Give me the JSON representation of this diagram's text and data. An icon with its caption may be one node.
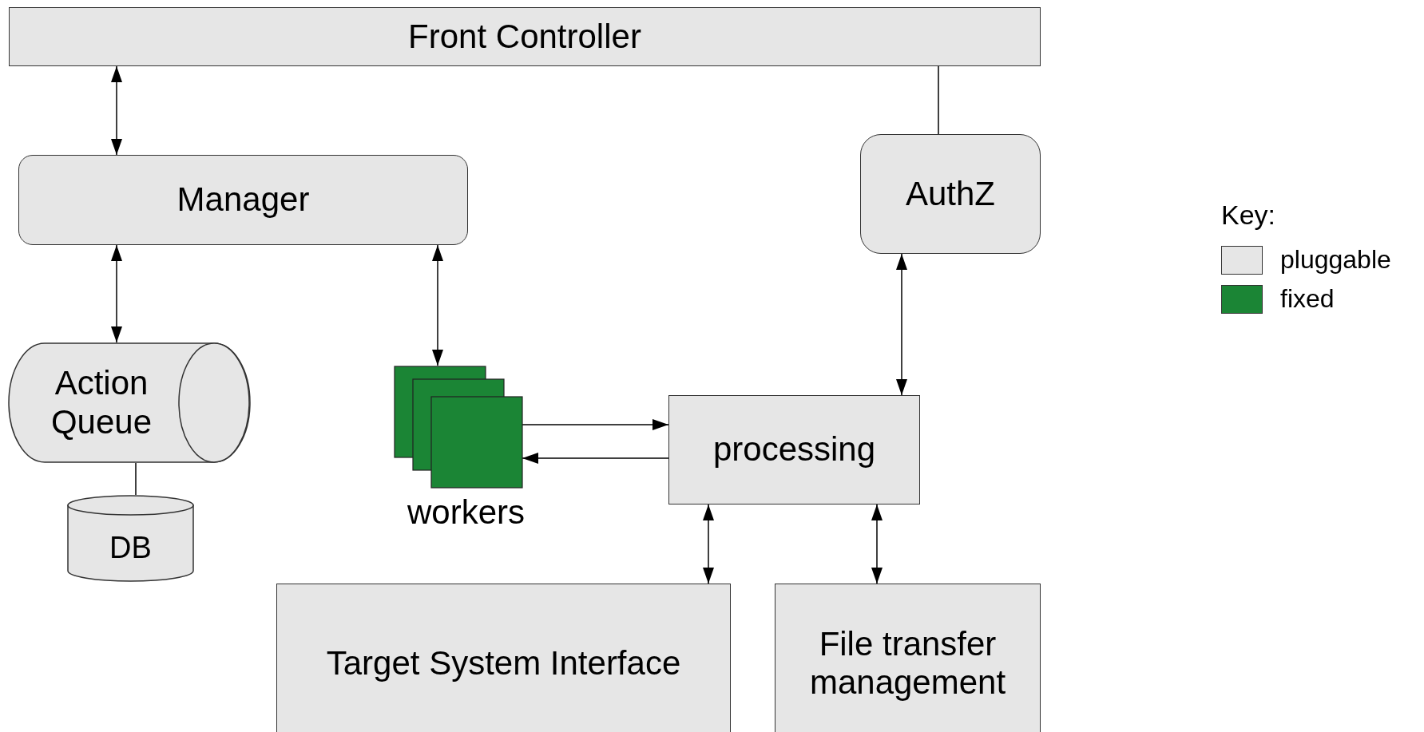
{
  "diagram": {
    "nodes": [
      {
        "text": [
          "Front Controller"
        ]
      },
      {
        "text": [
          "Manager"
        ]
      },
      {
        "text": [
          "AuthZ"
        ]
      },
      {
        "text": [
          "Action Queue"
        ]
      },
      {
        "text": [
          "DB"
        ]
      },
      {
        "text": [
          "workers"
        ]
      },
      {
        "text": [
          "processing"
        ]
      },
      {
        "text": [
          "Target System Interface"
        ]
      },
      {
        "text": [
          "File transfer management"
        ]
      }
    ],
    "edges": [
      {
        "from": 0,
        "to": 1,
        "arrow": "both"
      },
      {
        "from": 1,
        "to": 3,
        "arrow": "both"
      },
      {
        "from": 1,
        "to": 5,
        "arrow": "both"
      },
      {
        "from": 3,
        "to": 4,
        "arrow": "none"
      },
      {
        "from": 0,
        "to": 2,
        "arrow": "none"
      },
      {
        "from": 2,
        "to": 6,
        "arrow": "both"
      },
      {
        "from": 5,
        "to": 6,
        "arrow": "to"
      },
      {
        "from": 6,
        "to": 5,
        "arrow": "to"
      },
      {
        "from": 6,
        "to": 7,
        "arrow": "both"
      },
      {
        "from": 6,
        "to": 8,
        "arrow": "both"
      }
    ],
    "labels": [
      "Key:"
    ],
    "legend": [
      {
        "text": "pluggable",
        "color": "#e6e6e6"
      },
      {
        "text": "fixed",
        "color": "#1b8535"
      }
    ]
  }
}
